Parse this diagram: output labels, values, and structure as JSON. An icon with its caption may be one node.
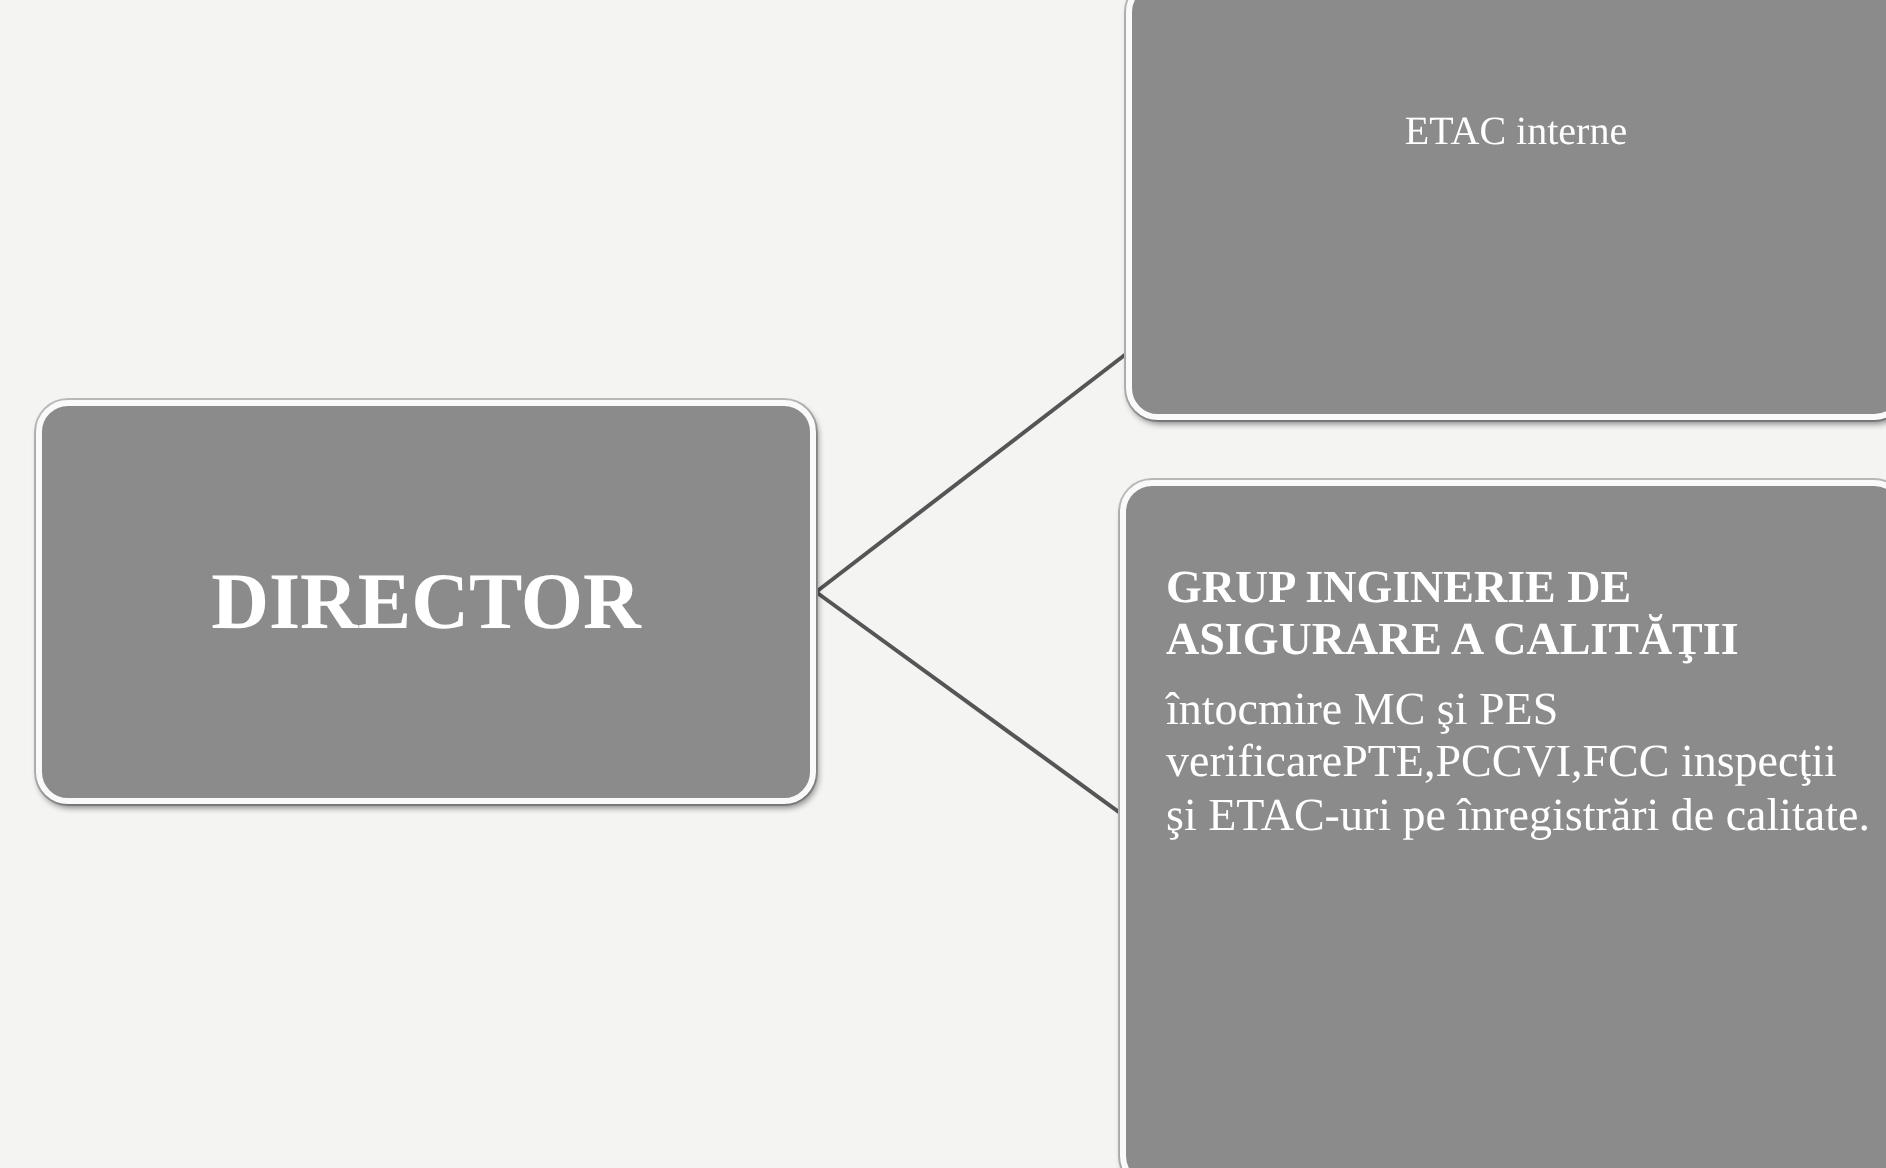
{
  "diagram": {
    "nodes": [
      {
        "text": [
          "DIRECTOR"
        ]
      },
      {
        "text": [
          "ETAC interne"
        ]
      },
      {
        "text": [
          "GRUP INGINERIE DE ASIGURARE A CALITĂŢII",
          "întocmire MC şi PES verificarePTE,PCCVI,FCC inspecţii şi ETAC-uri pe înregistrări de calitate."
        ]
      }
    ],
    "edges": [
      {
        "from": 0,
        "to": 1,
        "arrow": "none"
      },
      {
        "from": 0,
        "to": 2,
        "arrow": "none"
      }
    ]
  }
}
